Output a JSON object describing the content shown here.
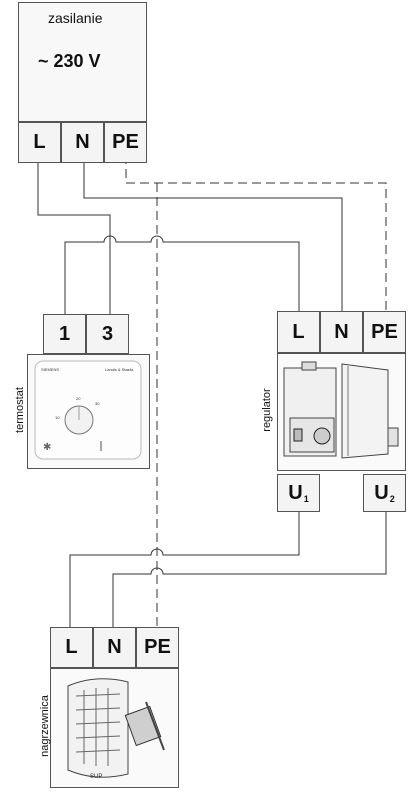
{
  "supply": {
    "title": "zasilanie",
    "voltage": "~ 230 V",
    "terminals": [
      "L",
      "N",
      "PE"
    ]
  },
  "thermostat": {
    "label": "termostat",
    "terminals": [
      "1",
      "3"
    ],
    "brand_left": "SIEMENS",
    "brand_right": "Landis & Staefa",
    "scale": [
      "10",
      "20",
      "30"
    ]
  },
  "regulator": {
    "label": "regulator",
    "terminals": [
      "L",
      "N",
      "PE"
    ],
    "outputs": [
      {
        "letter": "U",
        "index": "1"
      },
      {
        "letter": "U",
        "index": "2"
      }
    ]
  },
  "heater": {
    "label": "nagrzewnica",
    "terminals": [
      "L",
      "N",
      "PE"
    ],
    "brand": "SUP"
  },
  "colors": {
    "wire": "#333333",
    "border": "#555555",
    "box_fill": "#f7f7f7"
  }
}
